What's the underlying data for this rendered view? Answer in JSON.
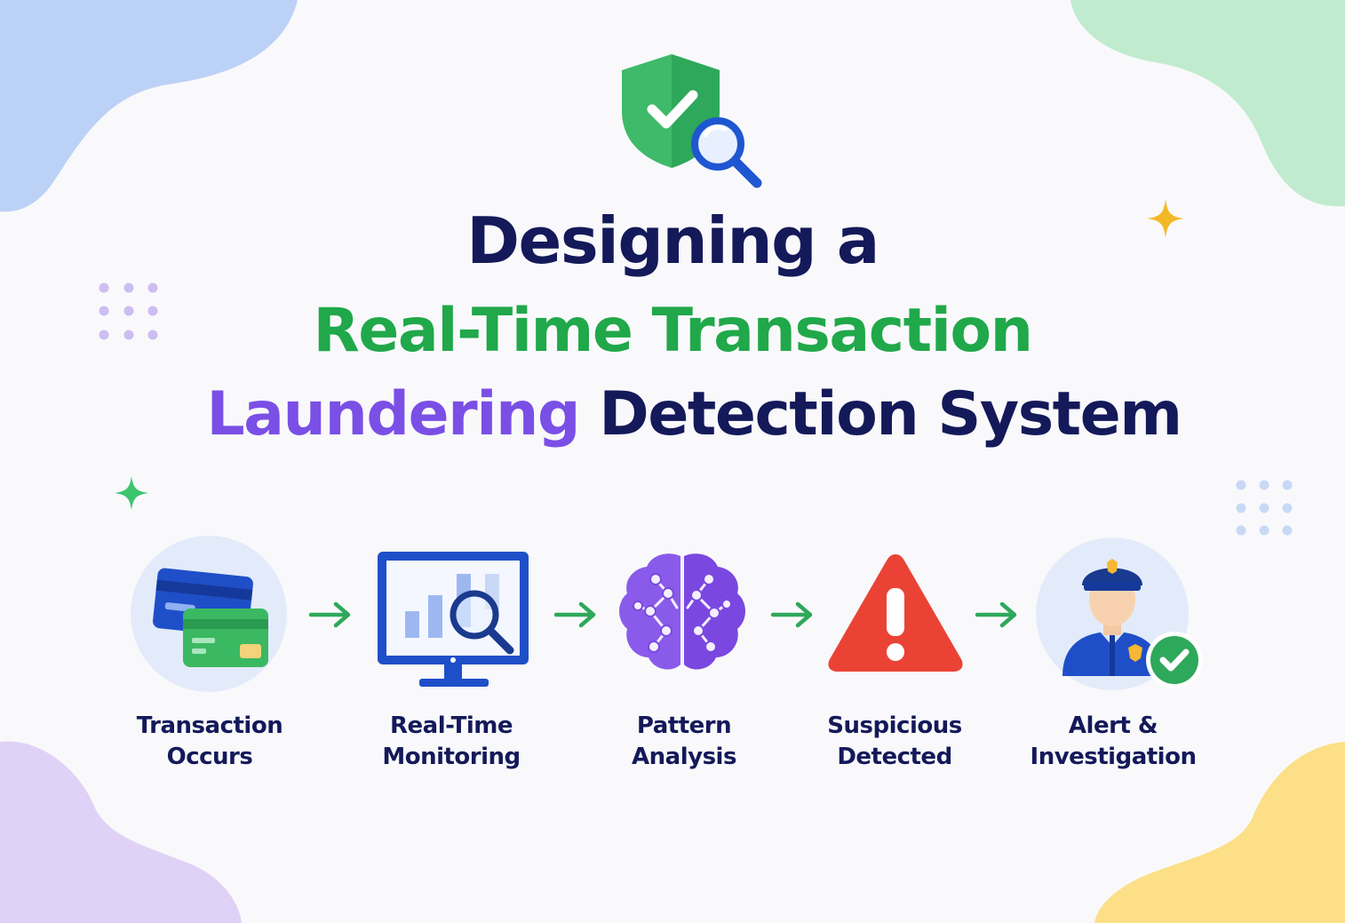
{
  "title": {
    "line1": "Designing a",
    "line2": "Real-Time Transaction",
    "line3_highlight": "Laundering",
    "line3_rest": " Detection System"
  },
  "steps": [
    {
      "label_line1": "Transaction",
      "label_line2": "Occurs",
      "icon": "credit-cards-icon"
    },
    {
      "label_line1": "Real-Time",
      "label_line2": "Monitoring",
      "icon": "monitor-chart-icon"
    },
    {
      "label_line1": "Pattern",
      "label_line2": "Analysis",
      "icon": "brain-network-icon"
    },
    {
      "label_line1": "Suspicious",
      "label_line2": "Detected",
      "icon": "warning-triangle-icon"
    },
    {
      "label_line1": "Alert &",
      "label_line2": "Investigation",
      "icon": "police-officer-icon"
    }
  ],
  "colors": {
    "navy": "#14195a",
    "green": "#20a84a",
    "purple": "#7a4fe6",
    "blue": "#1f4fc8",
    "red": "#ea4335",
    "gold": "#f6b732"
  }
}
